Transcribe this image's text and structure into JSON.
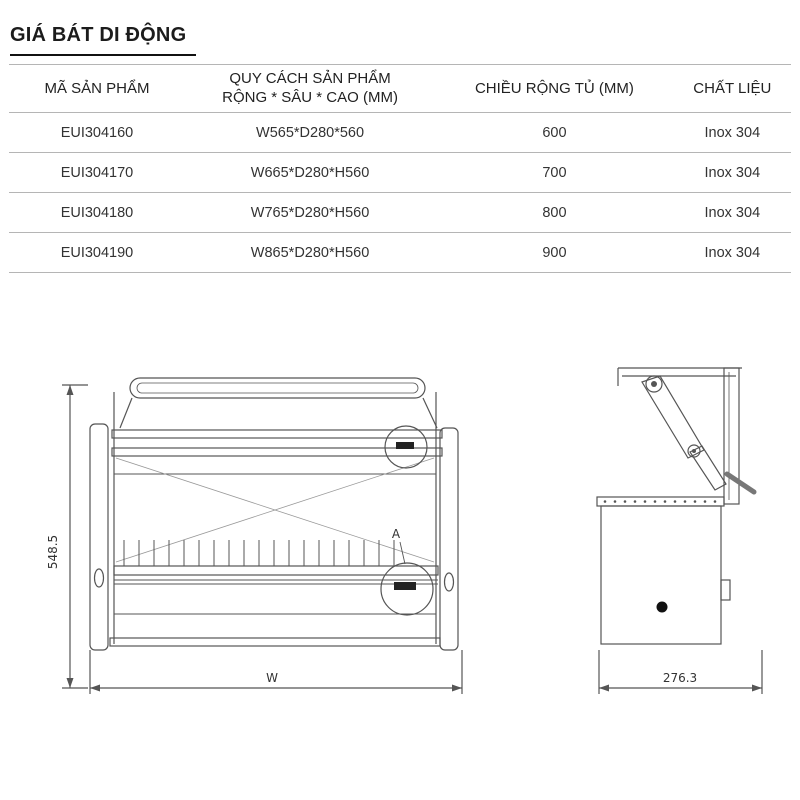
{
  "page": {
    "title": "GIÁ BÁT DI ĐỘNG"
  },
  "colors": {
    "table_border": "#b5b5b5",
    "title_underline": "#111111",
    "drawing_stroke": "#555555"
  },
  "table": {
    "header_col1": "MÃ SẢN PHẨM",
    "header_col2_line1": "QUY CÁCH SẢN PHẨM",
    "header_col2_line2": "RỘNG * SÂU * CAO (MM)",
    "header_col3": "CHIỀU RỘNG TỦ (MM)",
    "header_col4": "CHẤT LIỆU",
    "rows": [
      {
        "code": "EUI304160",
        "size": "W565*D280*560",
        "width": "600",
        "material": "Inox 304"
      },
      {
        "code": "EUI304170",
        "size": "W665*D280*H560",
        "width": "700",
        "material": "Inox 304"
      },
      {
        "code": "EUI304180",
        "size": "W765*D280*H560",
        "width": "800",
        "material": "Inox 304"
      },
      {
        "code": "EUI304190",
        "size": "W865*D280*H560",
        "width": "900",
        "material": "Inox 304"
      }
    ]
  },
  "drawing": {
    "front_height": "548.5",
    "front_width": "W",
    "detail_label": "A",
    "side_depth": "276.3"
  }
}
